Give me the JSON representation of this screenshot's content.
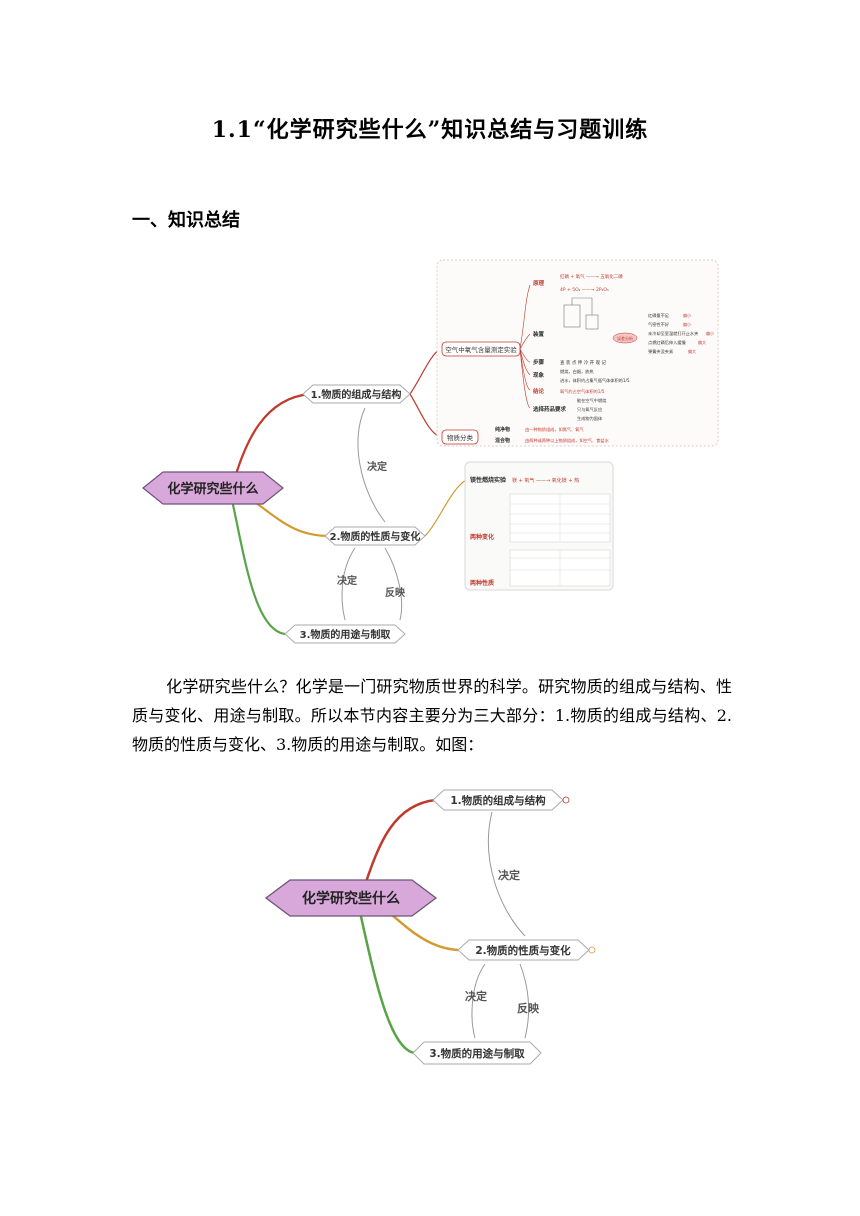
{
  "doc": {
    "title": "1.1“化学研究些什么”知识总结与习题训练",
    "section1": "一、知识总结",
    "paragraph": "化学研究些什么？化学是一门研究物质世界的科学。研究物质的组成与结构、性质与变化、用途与制取。所以本节内容主要分为三大部分：1.物质的组成与结构、2.物质的性质与变化、3.物质的用途与制取。如图："
  },
  "mindmap": {
    "root": "化学研究些什么",
    "branch1": "1.物质的组成与结构",
    "branch2": "2.物质的性质与变化",
    "branch3": "3.物质的用途与制取",
    "decide_1": "决定",
    "decide_2": "决定",
    "reflect": "反映"
  },
  "detail1": {
    "air_experiment": "空气中氧气含量测定实验",
    "principle": "原理",
    "principle_formula": "红磷 + 氧气 ——→ 五氧化二磷",
    "principle_formula2": "4P + 5O₂ ——→ 2P₂O₅",
    "apparatus": "装置",
    "steps": "步骤",
    "steps_text": "查  装  点  伸  冷  开  观  记",
    "phenomena": "现象",
    "phenomena_text1": "燃烧，白烟，放热",
    "phenomena_text2": "进水，体积约占集气瓶气体体积的1/5",
    "conclusion": "结论",
    "conclusion_text": "氧气约占空气体积的1/5",
    "reagent": "选择药品要求",
    "reagent_1": "能在空气中燃烧",
    "reagent_2": "只与氧气反应",
    "reagent_3": "生成物为固体",
    "error": "误差分析",
    "error_1": "红磷量不足",
    "error_2": "气密性不好",
    "error_3": "未冷却至室温就打开止水夹",
    "error_4": "点燃红磷后伸入缓慢",
    "error_5": "弹簧夹没夹紧",
    "small": "偏小",
    "big": "偏大",
    "classify": "物质分类",
    "pure": "纯净物",
    "pure_text": "由一种物质组成，如氮气、氧气",
    "mixture": "混合物",
    "mixture_text": "由两种或两种以上物质组成，如空气、食盐水"
  },
  "detail2": {
    "mg_experiment": "镁性燃烧实验",
    "mg_formula": "镁 + 氧气 ——→ 氧化镁 + 热",
    "two_changes": "两种变化",
    "two_properties": "两种性质"
  }
}
